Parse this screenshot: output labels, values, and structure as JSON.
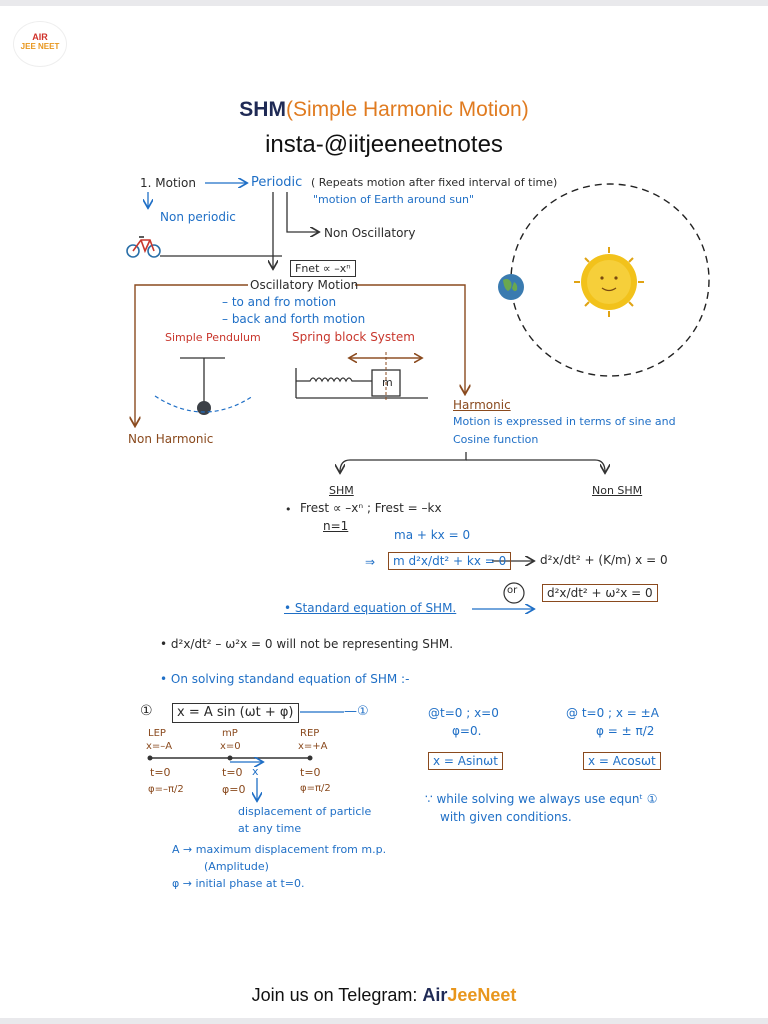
{
  "logo": {
    "line1": "AIR",
    "line2": "JEE NEET"
  },
  "title": {
    "part1": "SHM",
    "part2": "(Simple Harmonic Motion)"
  },
  "subtitle": "insta-@iitjeeneetnotes",
  "notes": {
    "motion": "1. Motion",
    "periodic": "Periodic",
    "periodic_def": "( Repeats motion after fixed interval of time)",
    "earth_example": "\"motion of Earth around sun\"",
    "non_periodic": "Non periodic",
    "non_oscillatory": "Non Oscillatory",
    "fnet": "Fnet ∝ –xⁿ",
    "oscillatory": "Oscillatory Motion",
    "to_fro": "– to and fro motion",
    "back_forth": "– back and forth motion",
    "simple_pendulum": "Simple Pendulum",
    "spring_block": "Spring block System",
    "mass_label": "m",
    "non_harmonic": "Non Harmonic",
    "harmonic": "Harmonic",
    "harmonic_def1": "Motion is expressed in terms of sine and",
    "harmonic_def2": "Cosine function",
    "shm": "SHM",
    "non_shm": "Non SHM",
    "frest_line": "Frest ∝ –xⁿ ;  Frest = –kx",
    "n_eq": "n=1",
    "ma_eq": "ma + kx = 0",
    "implies": "⇒",
    "boxed_eq": "m d²x/dt² + kx = 0",
    "eq2": "d²x/dt² + (K/m) x  = 0",
    "or_label": "or",
    "std_eq_box": "d²x/dt² + ω²x = 0",
    "std_eq_label": "• Standard equation of SHM.",
    "not_shm": "• d²x/dt² – ω²x = 0   will not be representing SHM.",
    "on_solving": "• On solving standand equation of SHM :-",
    "sol_num": "①",
    "sol_box": "x = A sin (ωt + φ)",
    "sol_ref": "—①",
    "lep": "LEP",
    "lep_x": "x=–A",
    "mp": "mP",
    "mp_x": "x=0",
    "rep": "REP",
    "rep_x": "x=+A",
    "t0_a": "t=0",
    "t0_b": "t=0",
    "t0_c": "t=0",
    "phi_a": "φ=–π/2",
    "phi_b": "φ=0",
    "phi_c": "φ=π/2",
    "x_mark": "x",
    "disp1": "displacement of particle",
    "disp2": "at any time",
    "amp1": "A → maximum displacement from m.p.",
    "amp2": "(Amplitude)",
    "phase": "φ → initial phase at t=0.",
    "c1_line1": "@t=0 ; x=0",
    "c1_line2": "φ=0.",
    "c1_box": "x = Asinωt",
    "c2_line1": "@ t=0  ;  x = ±A",
    "c2_line2": "φ = ± π/2",
    "c2_box": "x = Acosωt",
    "while1": "∵ while solving we always use equnᵗ ①",
    "while2": "with given conditions."
  },
  "colors": {
    "title_dark": "#1f2a55",
    "title_orange": "#e07b20",
    "ink_blue": "#1f6fc6",
    "ink_red": "#c8362c",
    "ink_brown": "#8a4a1e",
    "sun": "#f2c21b"
  },
  "icons": [
    "bicycle-icon",
    "earth-icon",
    "sun-icon"
  ],
  "footer": {
    "text": "Join us on Telegram: ",
    "brand1": "Air",
    "brand2": "JeeNeet"
  }
}
